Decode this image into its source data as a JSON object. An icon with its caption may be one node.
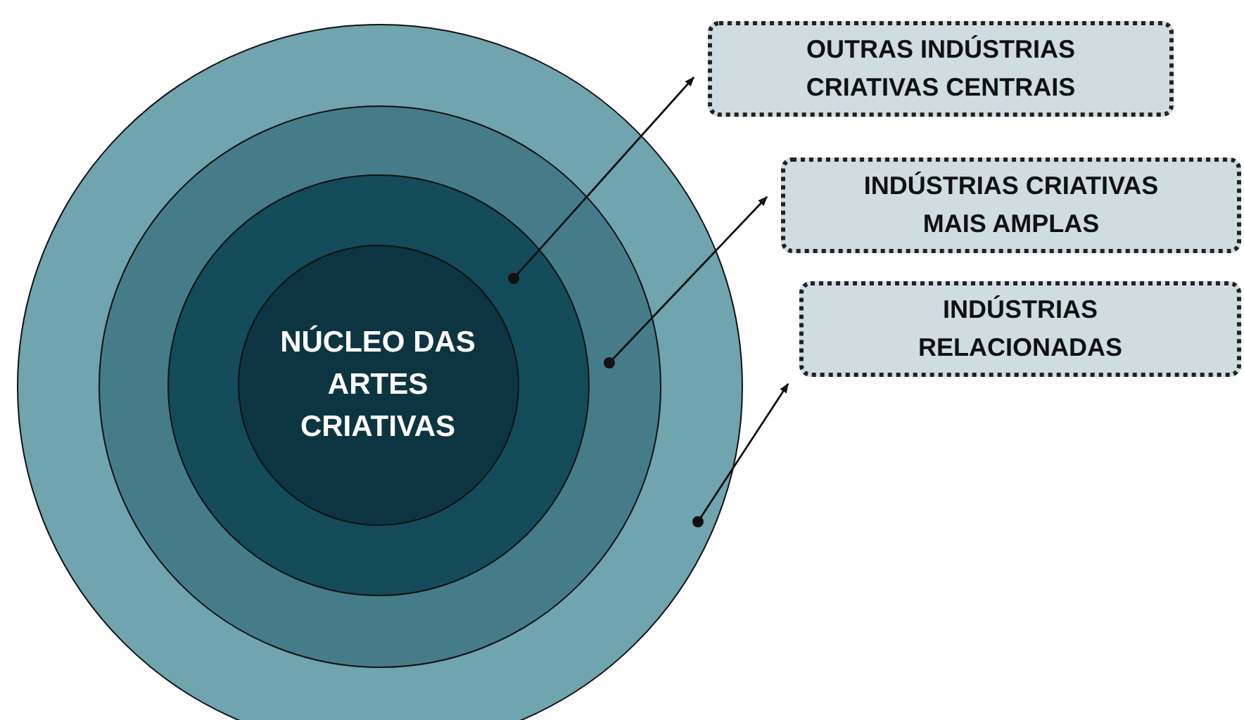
{
  "diagram": {
    "nodes": [
      {
        "text": [],
        "shape": "circle"
      },
      {
        "text": [],
        "shape": "circle",
        "in": 0
      },
      {
        "text": [],
        "shape": "circle",
        "in": 1
      },
      {
        "text": [
          "NÚCLEO DAS ARTES CRIATIVAS"
        ],
        "in": 2
      },
      {
        "text": [
          "OUTRAS INDÚSTRIAS CRIATIVAS CENTRAIS"
        ]
      },
      {
        "text": [
          "INDÚSTRIAS CRIATIVAS MAIS AMPLAS"
        ]
      },
      {
        "text": [
          "INDÚSTRIAS RELACIONADAS"
        ]
      }
    ],
    "edges": [
      {
        "from": 2,
        "to": 4,
        "arrow": "to"
      },
      {
        "from": 1,
        "to": 5,
        "arrow": "to"
      },
      {
        "from": 0,
        "to": 6,
        "arrow": "to"
      }
    ]
  }
}
